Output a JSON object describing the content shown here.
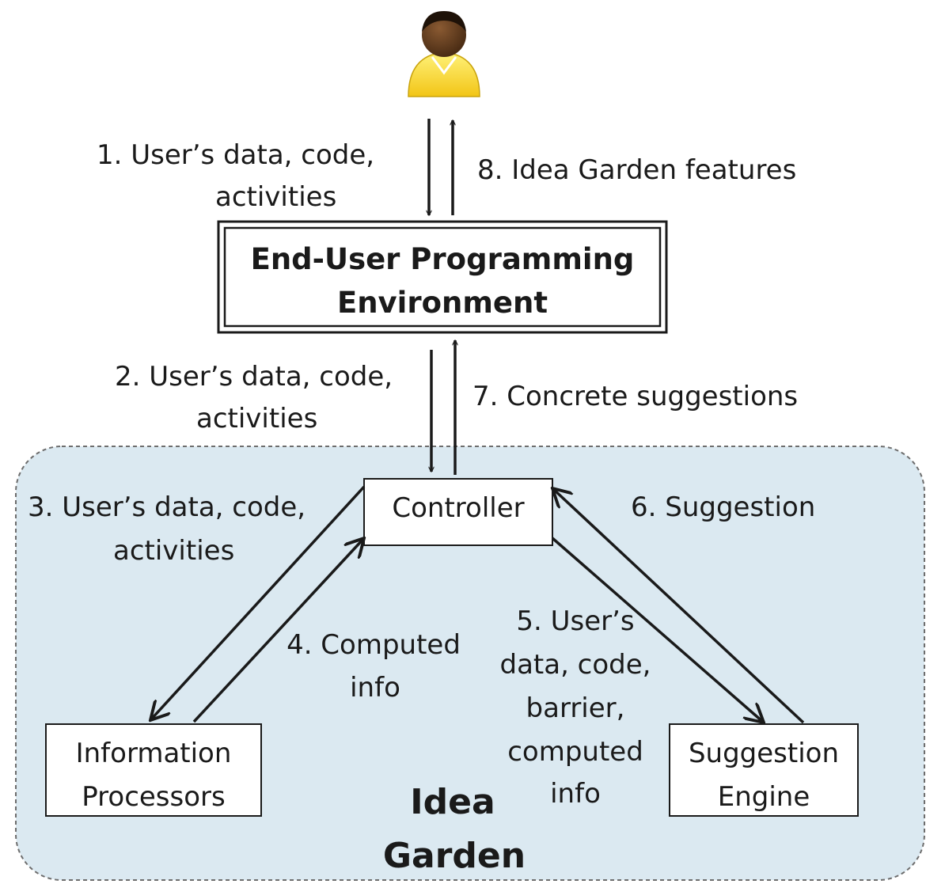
{
  "environment": {
    "line1": "End-User Programming",
    "line2": "Environment"
  },
  "controller": "Controller",
  "information_processors": {
    "line1": "Information",
    "line2": "Processors"
  },
  "suggestion_engine": {
    "line1": "Suggestion",
    "line2": "Engine"
  },
  "region": {
    "line1": "Idea",
    "line2": "Garden",
    "fill_color": "#dbe9f1"
  },
  "flows": {
    "f1": {
      "line1": "1.  User’s data, code,",
      "line2": "activities"
    },
    "f2": {
      "line1": "2. User’s data, code,",
      "line2": "activities"
    },
    "f3": {
      "line1": "3. User’s data,  code,",
      "line2": "activities"
    },
    "f4": {
      "line1": "4. Computed",
      "line2": "info"
    },
    "f5": {
      "line1": "5. User’s",
      "line2": "data, code,",
      "line3": "barrier,",
      "line4": "computed",
      "line5": "info"
    },
    "f6": {
      "line1": "6. Suggestion"
    },
    "f7": {
      "line1": "7. Concrete suggestions"
    },
    "f8": {
      "line1": "8. Idea Garden features"
    }
  },
  "icons": {
    "user": "user-icon"
  }
}
